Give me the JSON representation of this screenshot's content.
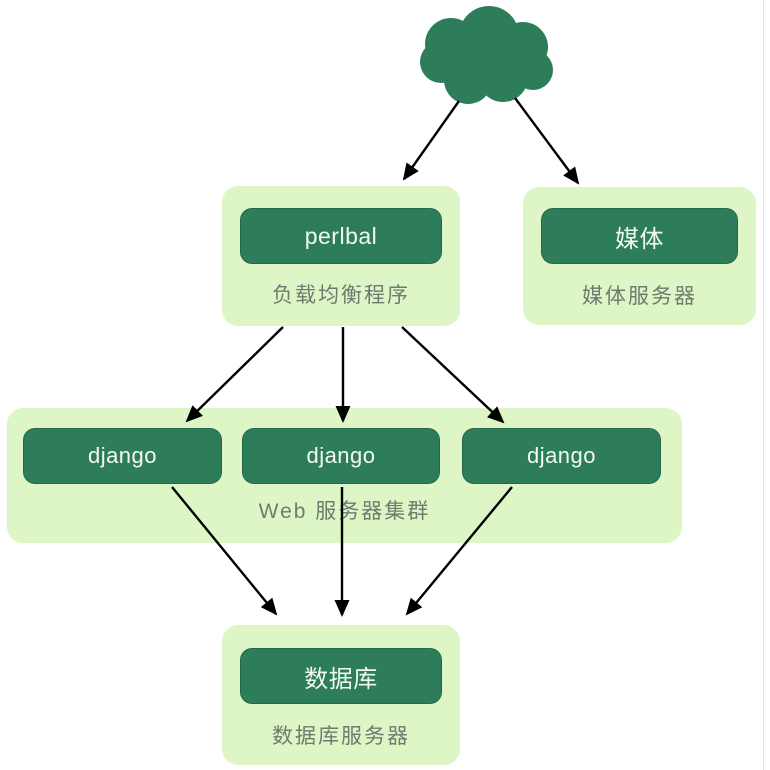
{
  "diagram": {
    "internet": {
      "icon": "cloud-icon"
    },
    "load_balancer": {
      "node_label": "perlbal",
      "caption": "负载均衡程序"
    },
    "media_server": {
      "node_label": "媒体",
      "caption": "媒体服务器"
    },
    "web_cluster": {
      "caption": "Web 服务器集群",
      "nodes": [
        {
          "label": "django"
        },
        {
          "label": "django"
        },
        {
          "label": "django"
        }
      ]
    },
    "database_server": {
      "node_label": "数据库",
      "caption": "数据库服务器"
    },
    "edges": [
      {
        "from": "internet-cloud",
        "to": "load-balancer"
      },
      {
        "from": "internet-cloud",
        "to": "media-server"
      },
      {
        "from": "load-balancer",
        "to": "django-1"
      },
      {
        "from": "load-balancer",
        "to": "django-2"
      },
      {
        "from": "load-balancer",
        "to": "django-3"
      },
      {
        "from": "django-1",
        "to": "database"
      },
      {
        "from": "django-2",
        "to": "database"
      },
      {
        "from": "django-3",
        "to": "database"
      }
    ]
  },
  "colors": {
    "node_fill": "#2e7d5a",
    "node_text": "#f2f9f0",
    "group_fill": "#def6c6",
    "caption_text": "#6e7b70",
    "arrow": "#000000",
    "background": "#ffffff"
  }
}
